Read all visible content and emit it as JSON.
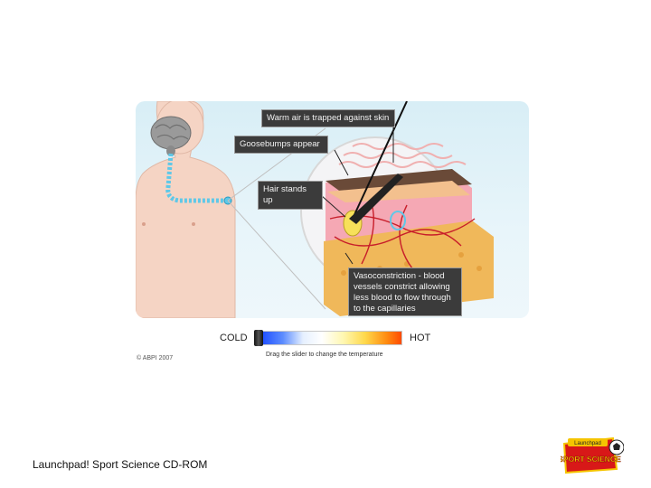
{
  "callouts": {
    "warm_air": "Warm air is trapped against skin",
    "goosebumps": "Goosebumps appear",
    "hair": "Hair stands up",
    "vasoconstriction": "Vasoconstriction - blood vessels constrict allowing less blood to flow through to the capillaries"
  },
  "slider": {
    "cold_label": "COLD",
    "hot_label": "HOT",
    "hint": "Drag the slider to change the temperature",
    "value": 0
  },
  "copyright": "© ABPI 2007",
  "footer": "Launchpad! Sport Science CD-ROM",
  "logo": {
    "top_text": "Launchpad",
    "main_text": "SPORT SCIENCE"
  },
  "colors": {
    "callout_bg": "#3b3b3b",
    "nerve": "#5ec8e8",
    "skin": "#f2c4b0",
    "fat": "#f0b85a"
  }
}
